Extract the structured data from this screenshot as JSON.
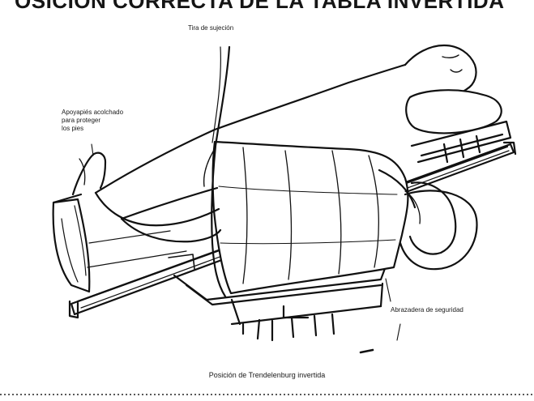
{
  "heading": "OSICION CORRECTA DE LA TABLA INVERTIDA",
  "labels": {
    "hose": "Tira de sujeción",
    "foot_pad": "Apoyapiés acolchado\npara proteger\nlos pies",
    "safety_belt": "Abrazadera de seguridad"
  },
  "caption": "Posición de Trendelenburg invertida",
  "colors": {
    "ink": "#111111",
    "paper": "#ffffff"
  }
}
